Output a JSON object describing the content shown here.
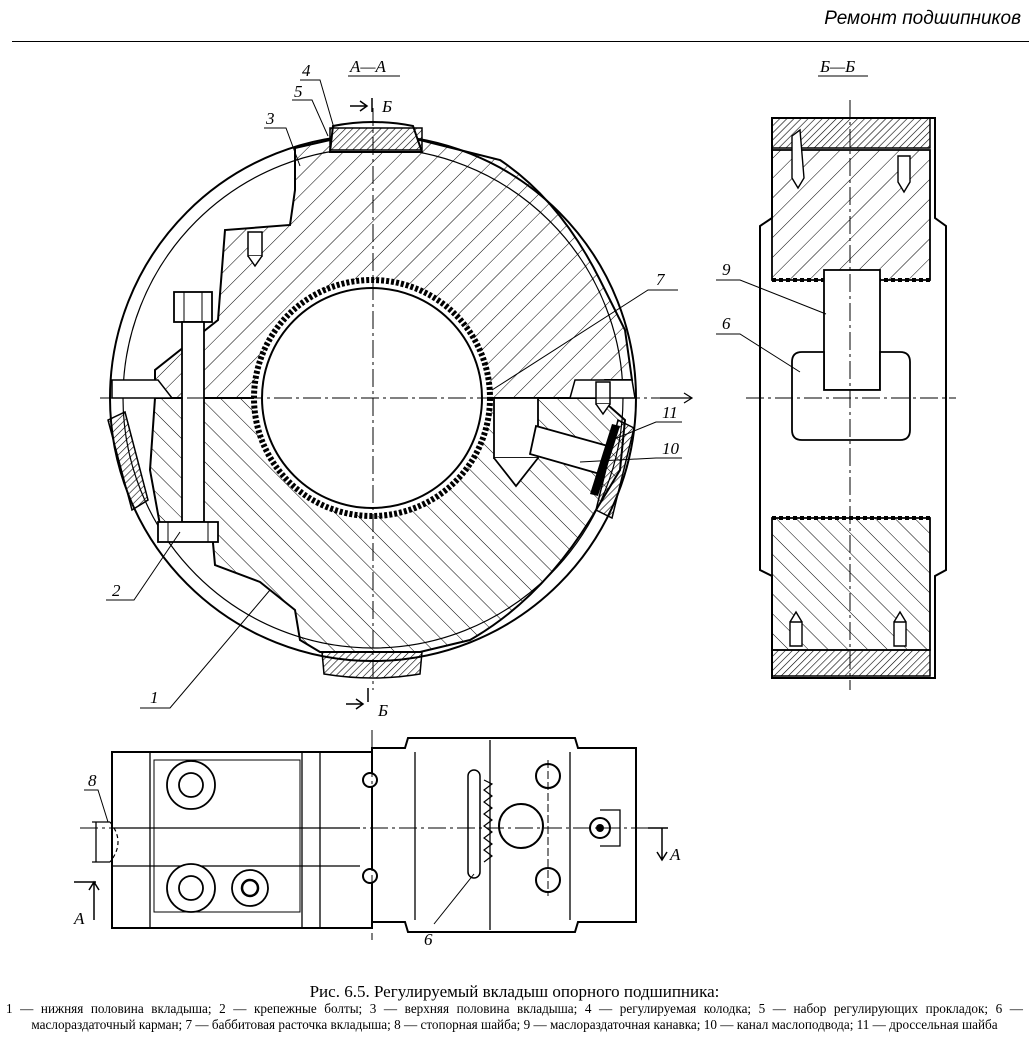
{
  "header": {
    "title": "Ремонт подшипников"
  },
  "labels": {
    "section_aa": "А—А",
    "section_bb": "Б—Б",
    "cut_b": "Б",
    "cut_a": "А",
    "l1": "1",
    "l2": "2",
    "l3": "3",
    "l4": "4",
    "l5": "5",
    "l6": "6",
    "l7": "7",
    "l8": "8",
    "l9": "9",
    "l10": "10",
    "l11": "11"
  },
  "caption": {
    "title": "Рис. 6.5. Регулируемый вкладыш опорного подшипника:",
    "legend": "1 — нижняя половина вкладыша; 2 — крепежные болты; 3 — верхняя половина вкладыша; 4 — регулируемая колодка; 5 — набор регулирующих прокладок; 6 — маслораздаточный карман; 7 — баббитовая расточка вкладыша; 8 — стопорная шайба; 9 — маслораздаточная канавка; 10 — канал маслоподвода; 11 — дроссельная шайба"
  }
}
